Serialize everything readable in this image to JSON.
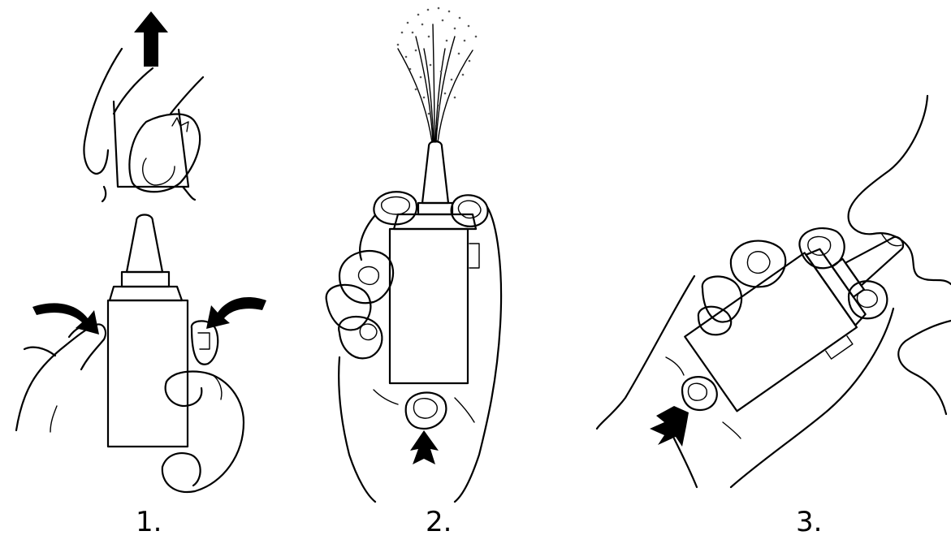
{
  "steps": [
    {
      "number": "1."
    },
    {
      "number": "2."
    },
    {
      "number": "3."
    }
  ]
}
